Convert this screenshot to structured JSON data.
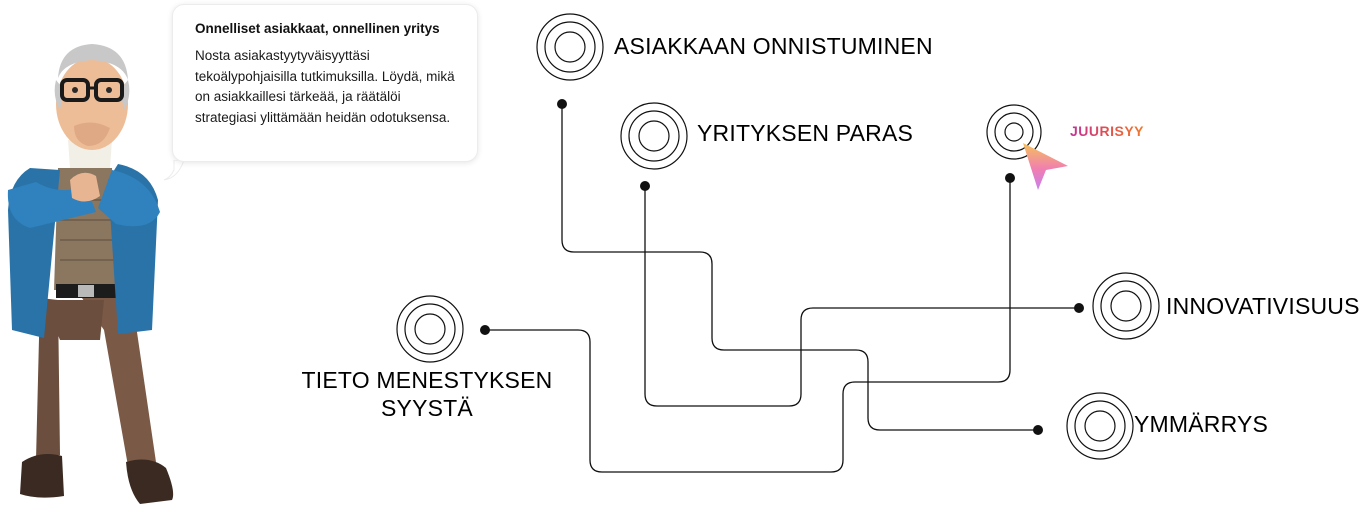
{
  "speech_bubble": {
    "title": "Onnelliset asiakkaat, onnellinen yritys",
    "text": "Nosta asiakastyytyväisyyttäsi tekoälypohjaisilla tutkimuksilla. Löydä, mikä on asiakkaillesi tärkeää, ja räätälöi strategiasi ylittämään heidän odotuksensa."
  },
  "nodes": {
    "asiakkaan": "ASIAKKAAN ONNISTUMINEN",
    "yrityksen": "YRITYKSEN PARAS",
    "innovatiivisuus": "INNOVATIVISUUS",
    "ymmarrys": "YMMÄRRYS",
    "tieto": "TIETO MENESTYKSEN SYYSTÄ"
  },
  "brand": {
    "name": "JUURISYY"
  },
  "colors": {
    "line": "#111111",
    "brand_gradient": [
      "#c2309a",
      "#e2504f",
      "#f07a2a"
    ],
    "cursor_gradient": [
      "#f5c15a",
      "#f07fb0",
      "#c77ff0"
    ]
  }
}
